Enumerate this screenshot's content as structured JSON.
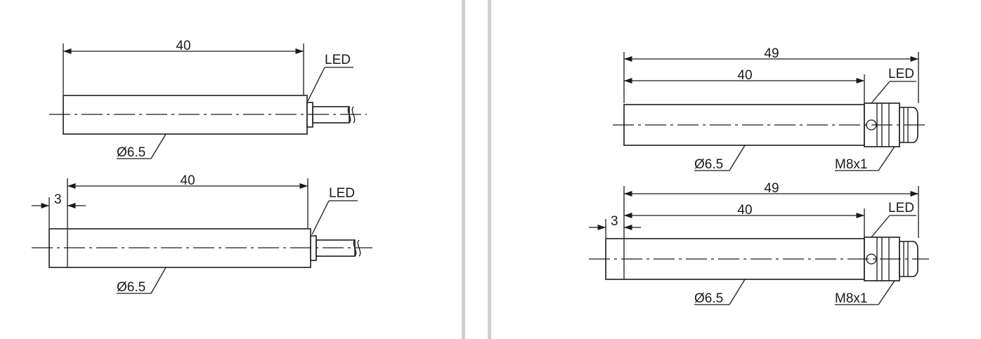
{
  "colors": {
    "line": "#1a1a1a",
    "separator": "#cfcfcf",
    "background": "#ffffff"
  },
  "left_panel": {
    "top": {
      "length": "40",
      "led": "LED",
      "diameter": "Ø6.5"
    },
    "bottom": {
      "length": "40",
      "offset": "3",
      "led": "LED",
      "diameter": "Ø6.5"
    }
  },
  "right_panel": {
    "top": {
      "overall": "49",
      "length": "40",
      "led": "LED",
      "diameter": "Ø6.5",
      "thread": "M8x1"
    },
    "bottom": {
      "overall": "49",
      "length": "40",
      "offset": "3",
      "led": "LED",
      "diameter": "Ø6.5",
      "thread": "M8x1"
    }
  }
}
